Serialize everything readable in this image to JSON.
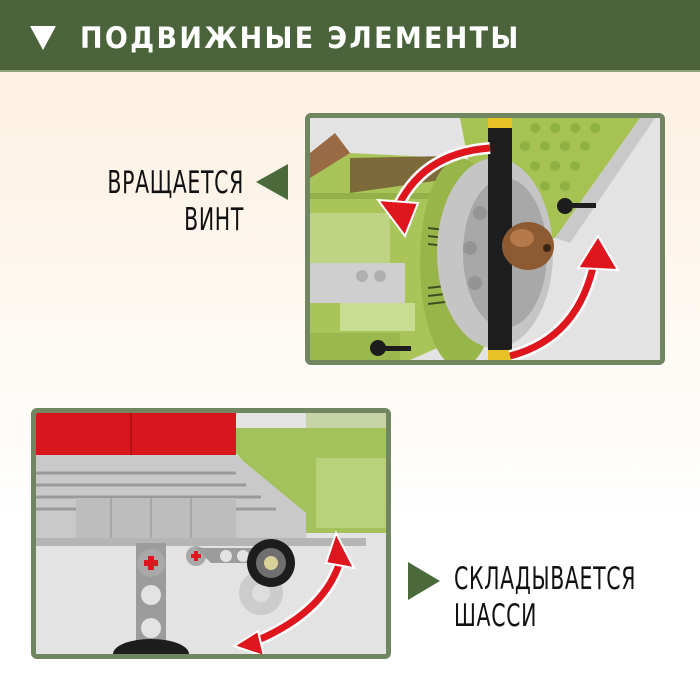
{
  "header": {
    "icon": "triangle-down-icon",
    "title": "ПОДВИЖНЫЕ ЭЛЕМЕНТЫ",
    "background_color": "#4a633b",
    "text_color": "#ffffff"
  },
  "features": [
    {
      "caption_line1": "ВРАЩАЕТСЯ",
      "caption_line2": "ВИНТ",
      "pointer_icon": "triangle-left-icon",
      "image": "propeller-rotation-photo",
      "arrow_icons": [
        "curved-arrow-down-icon",
        "curved-arrow-up-icon"
      ]
    },
    {
      "caption_line1": "СКЛАДЫВАЕТСЯ",
      "caption_line2": "ШАССИ",
      "pointer_icon": "triangle-right-icon",
      "image": "landing-gear-fold-photo",
      "arrow_icons": [
        "double-headed-curved-arrow-icon"
      ]
    }
  ],
  "colors": {
    "accent_green": "#4a6a3c",
    "frame_border": "#6f8660",
    "arrow_red": "#e0161e",
    "model_green": "#a9c458",
    "background_top": "#fdf0de",
    "background_bottom": "#ffffff"
  }
}
